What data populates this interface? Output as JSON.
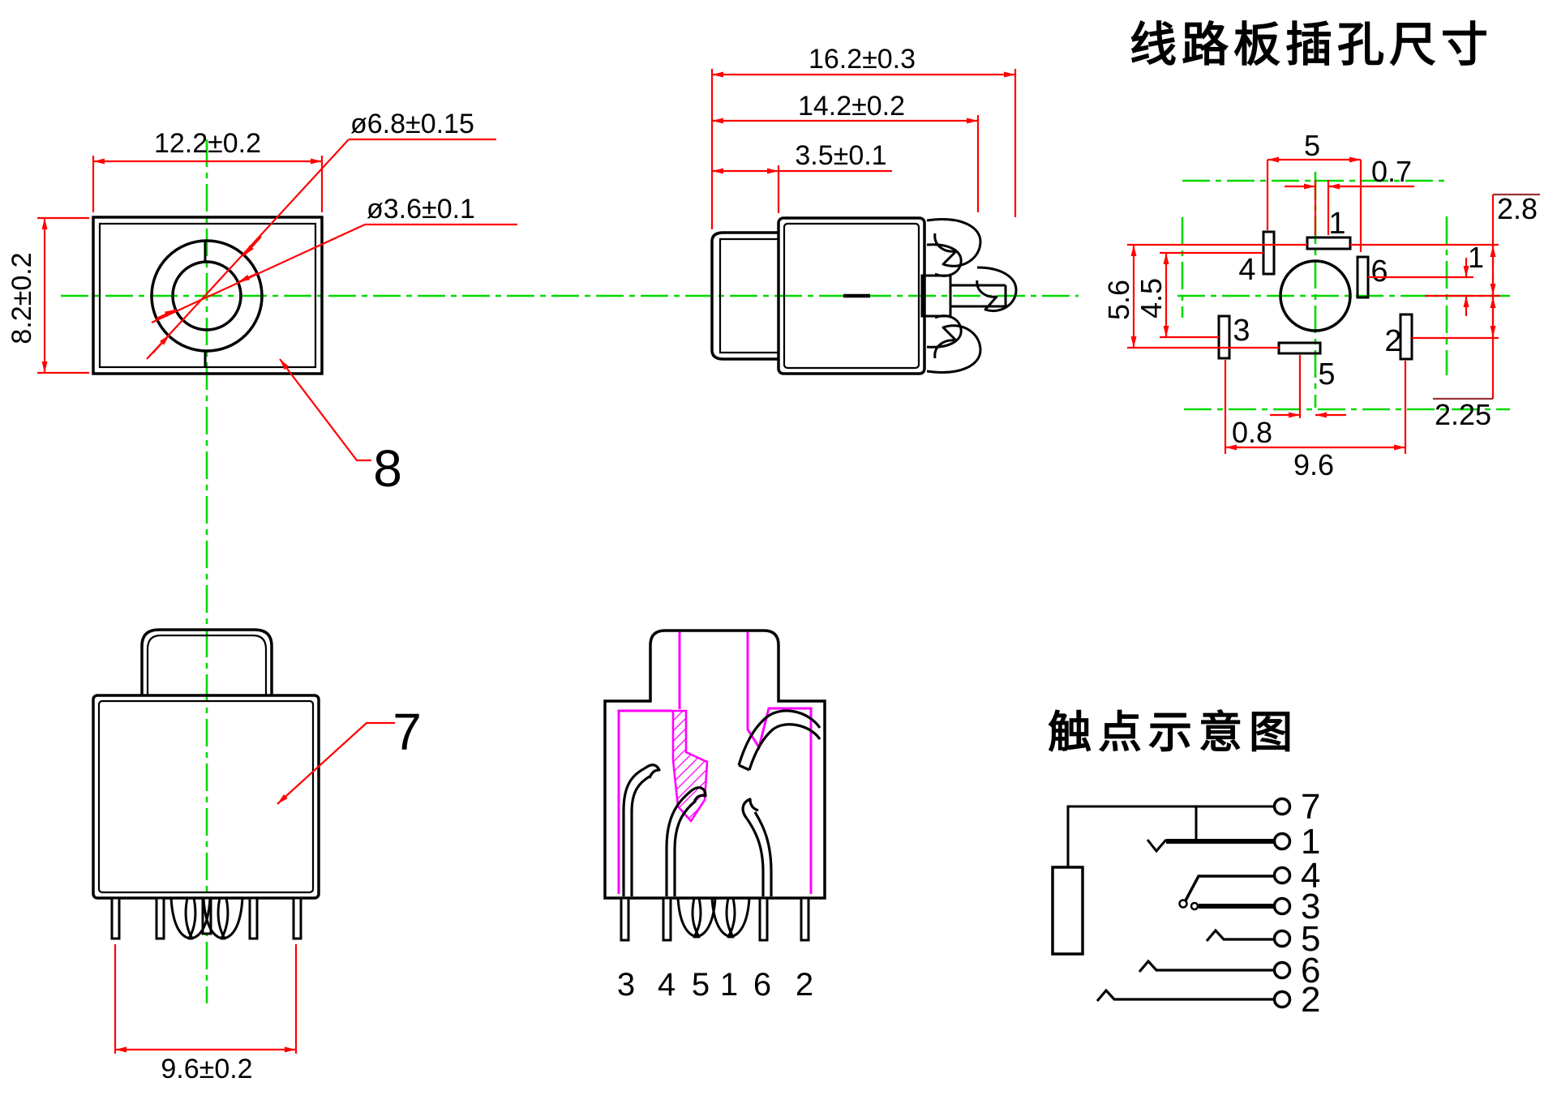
{
  "drawing": {
    "pcb_title": "线路板插孔尺寸",
    "contact_title": "触点示意图",
    "top_view": {
      "width": "12.2±0.2",
      "height": "8.2±0.2",
      "dia_outer": "ø6.8±0.15",
      "dia_inner": "ø3.6±0.1",
      "label": "8"
    },
    "side_view": {
      "len_total": "16.2±0.3",
      "len_body": "14.2±0.2",
      "len_barrel": "3.5±0.1"
    },
    "front_view": {
      "label": "7",
      "pin_span": "9.6±0.2"
    },
    "section_pins": [
      "3",
      "4",
      "5",
      "1",
      "6",
      "2"
    ],
    "pcb": {
      "pads": [
        "1",
        "2",
        "3",
        "4",
        "5",
        "6"
      ],
      "dim_pad_cols": "5",
      "dim_pad1_offset": "0.7",
      "dim_top_to_center": "2.8",
      "dim_pad6_to_center": "1",
      "dim_col_outer": "5.6",
      "dim_col_inner": "4.5",
      "dim_pad5_offset": "0.8",
      "dim_col_span": "9.6",
      "dim_center_to_pad2": "2.25"
    },
    "schematic_terminals": [
      "7",
      "1",
      "4",
      "3",
      "5",
      "6",
      "2"
    ]
  },
  "colors": {
    "dimension_red": "#ff0000",
    "centerline_green": "#00d900",
    "housing_magenta": "#ff00ff",
    "geometry_black": "#000000",
    "bracket_maroon": "#993333"
  }
}
